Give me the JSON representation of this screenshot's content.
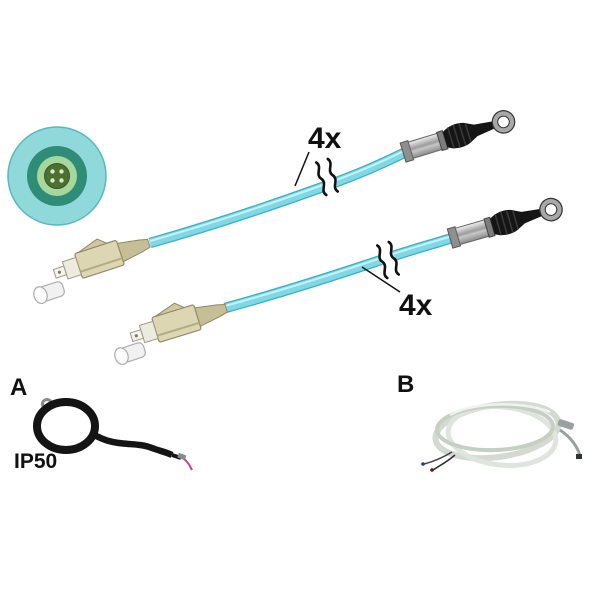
{
  "product_illustration": {
    "labels": {
      "quantity_top": "4x",
      "quantity_bottom": "4x",
      "variant_a": "A",
      "variant_b": "B",
      "protection_rating": "IP50"
    },
    "colors": {
      "cable": "#7ED9E6",
      "cable_outline": "#3FAEC0",
      "cable_highlight": "#C9F0F6",
      "connector_beige": "#DCD6B2",
      "connector_beige_dark": "#C6BF96",
      "ferrule_white": "#F5F3EA",
      "metal": "#C0C0C0",
      "black_boot": "#151515",
      "cross_section_outer": "#8FD9DA",
      "cross_section_inner": "#2E8C77",
      "cross_section_ring": "#A6D89E",
      "cross_section_core": "#4D7031",
      "wire_pink": "#C8407E",
      "tube_clear": "#D4DAD2"
    }
  }
}
